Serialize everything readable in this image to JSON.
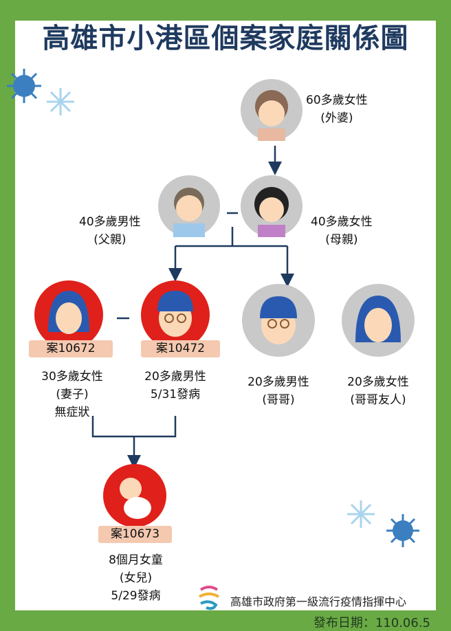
{
  "title": "高雄市小港區個案家庭關係圖",
  "people": {
    "grandmother": {
      "line1": "60多歲女性",
      "line2": "(外婆)"
    },
    "father": {
      "line1": "40多歲男性",
      "line2": "(父親)"
    },
    "mother": {
      "line1": "40多歲女性",
      "line2": "(母親)"
    },
    "wife": {
      "case": "案10672",
      "line1": "30多歲女性",
      "line2": "(妻子)",
      "line3": "無症狀"
    },
    "husband": {
      "case": "案10472",
      "line1": "20多歲男性",
      "line2": "5/31發病"
    },
    "brother": {
      "line1": "20多歲男性",
      "line2": "(哥哥)"
    },
    "brother_friend": {
      "line1": "20多歲女性",
      "line2": "(哥哥友人)"
    },
    "daughter": {
      "case": "案10673",
      "line1": "8個月女童",
      "line2": "(女兒)",
      "line3": "5/29發病"
    }
  },
  "footer": {
    "org": "高雄市政府第一級流行疫情指揮中心",
    "date": "發布日期：110.06.5"
  },
  "colors": {
    "border": "#6aaa45",
    "confirmed": "#e0201a",
    "unconfirmed": "#c9c9c9",
    "title": "#1f3a5f"
  }
}
